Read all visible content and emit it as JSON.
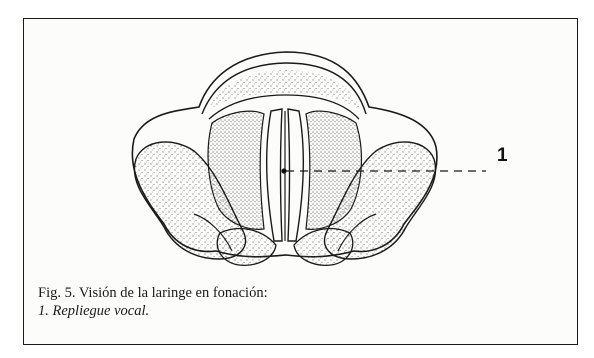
{
  "figure": {
    "callout_number": "1",
    "caption_line1": "Fig. 5. Visión de la laringe en fonación:",
    "caption_line2": "1. Repliegue vocal."
  },
  "colors": {
    "ink": "#1a1a1a",
    "background": "#fcfcfb"
  }
}
